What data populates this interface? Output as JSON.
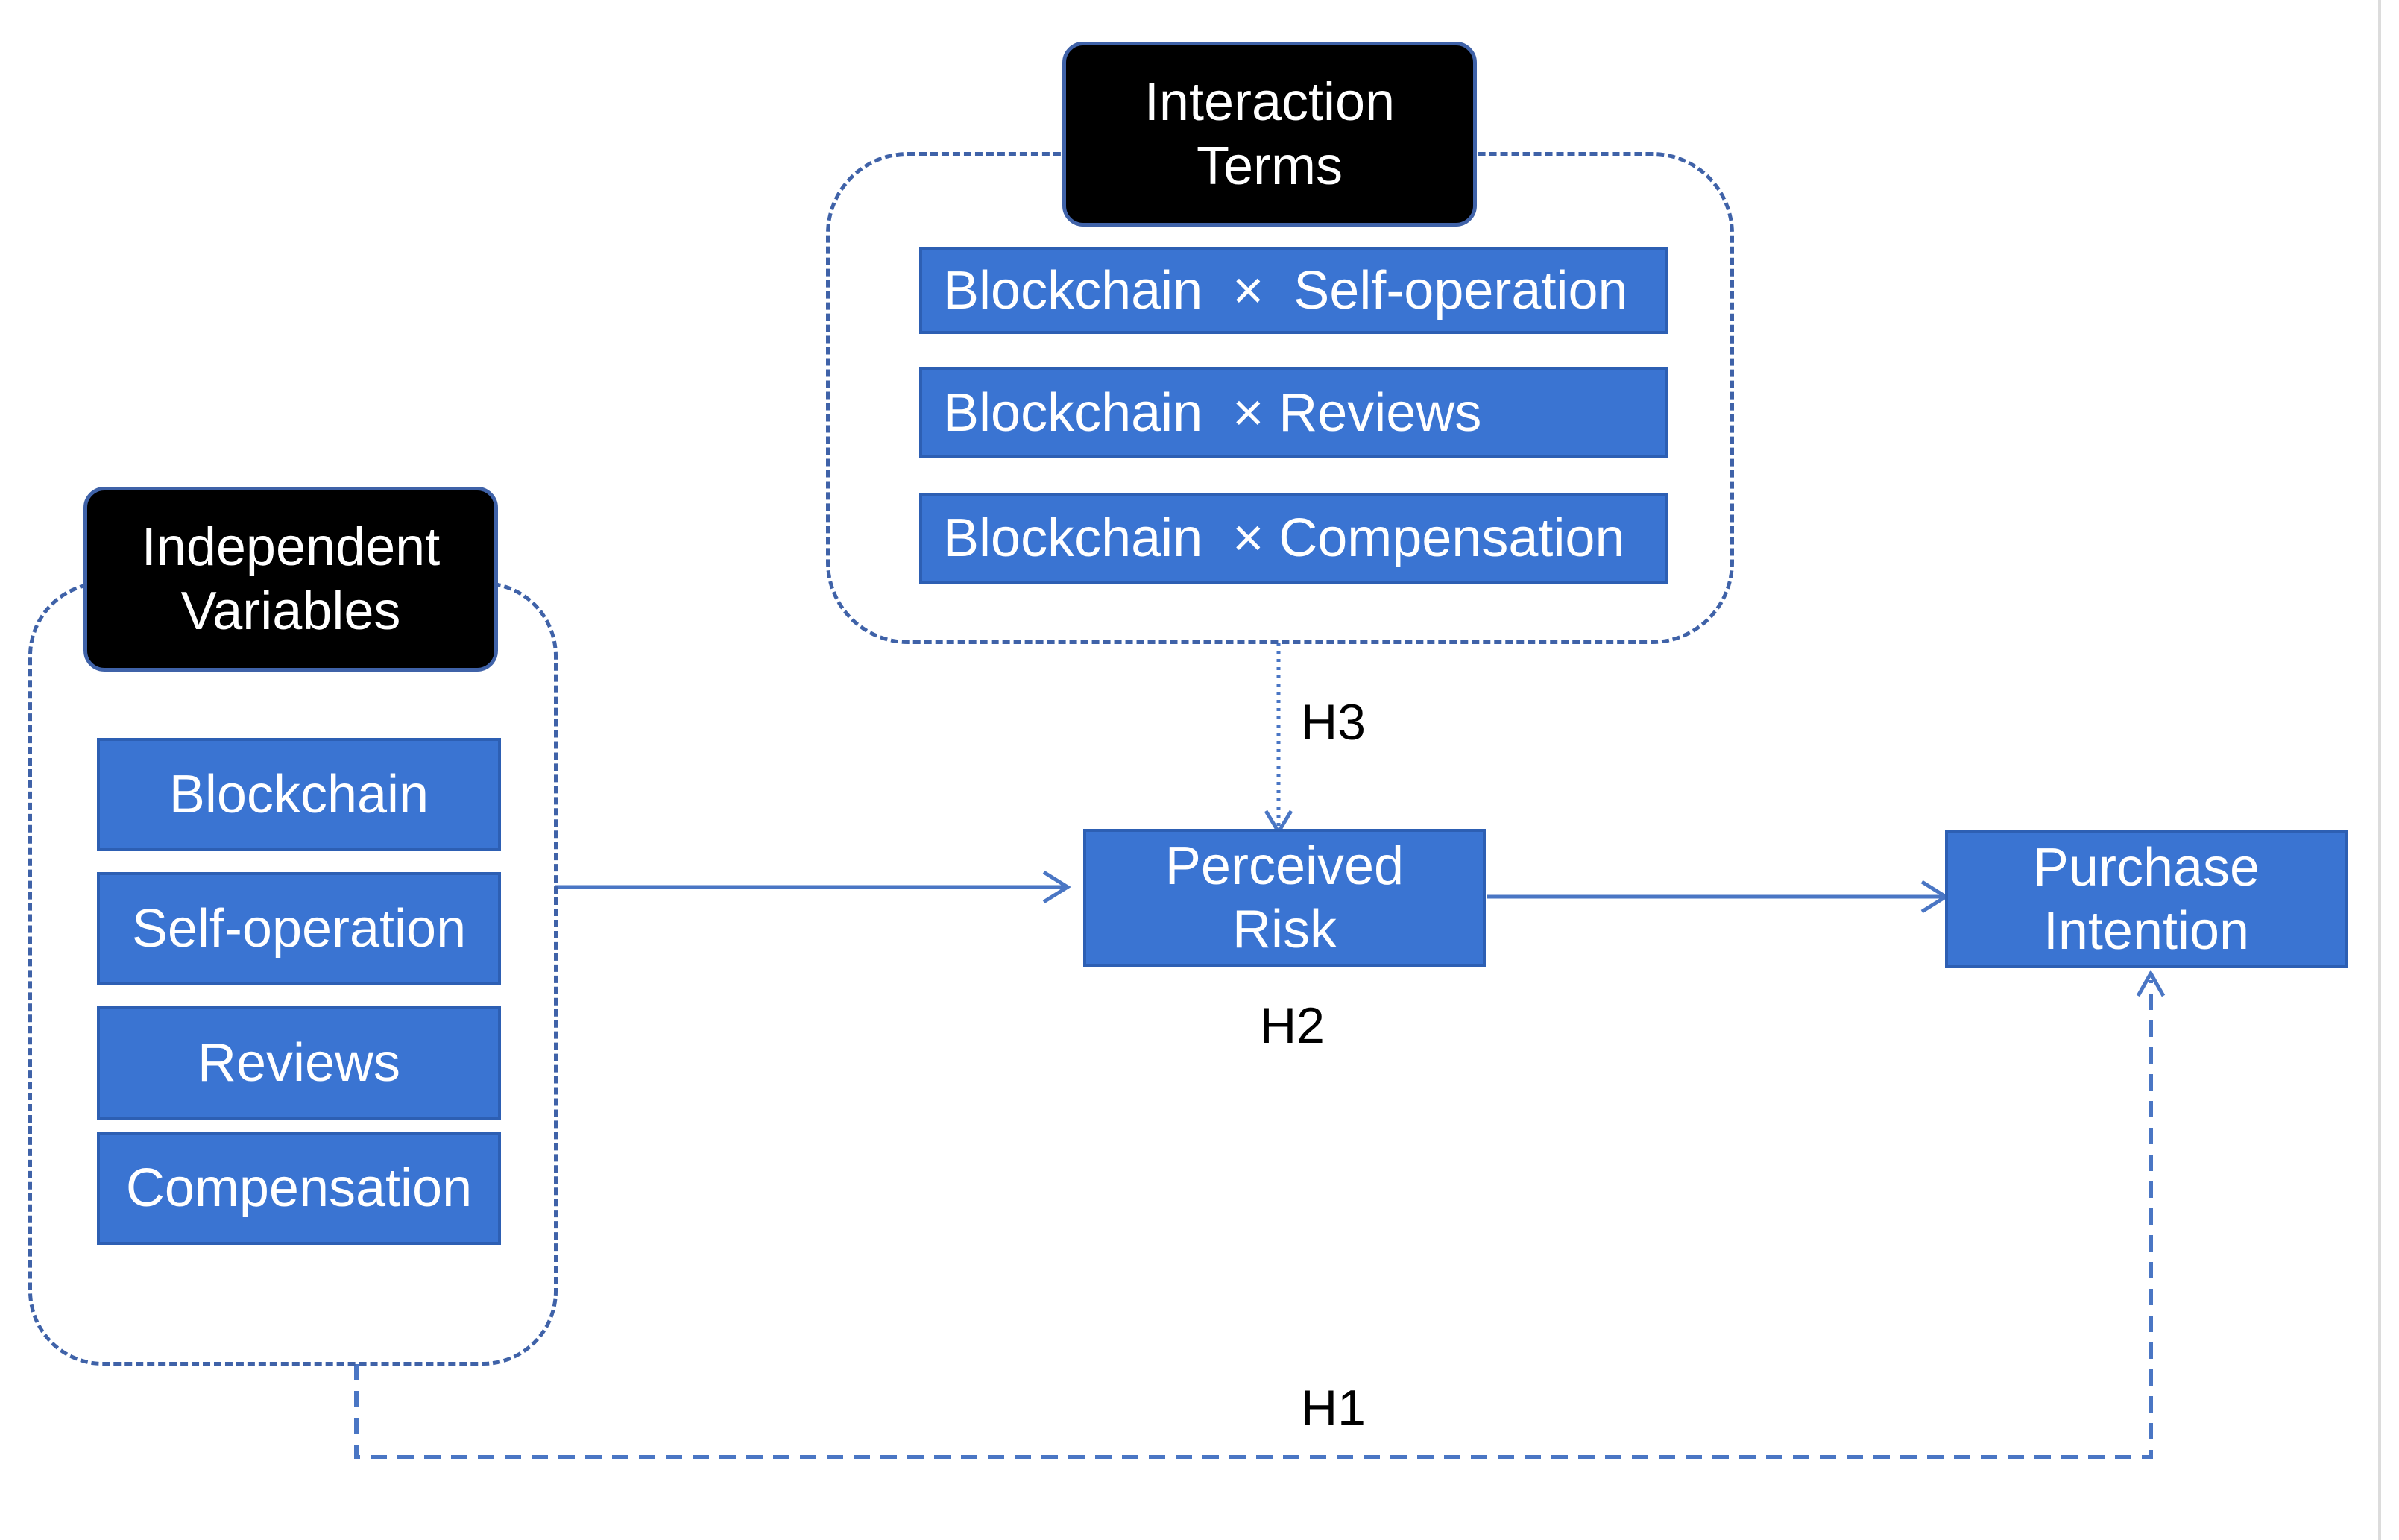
{
  "independent_variables": {
    "header": "Independent\nVariables",
    "items": [
      {
        "label": "Blockchain"
      },
      {
        "label": "Self-operation"
      },
      {
        "label": "Reviews"
      },
      {
        "label": "Compensation"
      }
    ]
  },
  "interaction_terms": {
    "header": "Interaction\nTerms",
    "items": [
      {
        "label": "Blockchain  ×  Self-operation"
      },
      {
        "label": "Blockchain  × Reviews"
      },
      {
        "label": "Blockchain  × Compensation"
      }
    ]
  },
  "nodes": {
    "perceived_risk": "Perceived\nRisk",
    "purchase_intention": "Purchase\nIntention"
  },
  "hypotheses": {
    "h1": "H1",
    "h2": "H2",
    "h3": "H3"
  },
  "colors": {
    "box_fill": "#3a74d2",
    "box_border": "#2d5fb3",
    "frame_dashed": "#3f62a8",
    "connector": "#4a76c4",
    "header_fill": "#000000"
  }
}
